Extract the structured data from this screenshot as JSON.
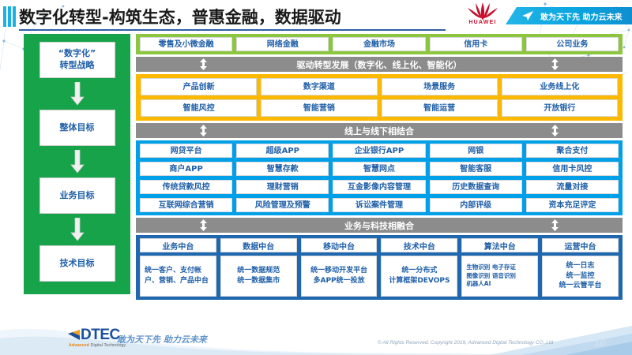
{
  "header": {
    "title": "数字化转型-构筑生态，普惠金融，数据驱动",
    "brand": "HUAWEI",
    "banner_text": "敢为天下先 助力云未来"
  },
  "sidebar": {
    "items": [
      {
        "label": "“数字化”\n转型战略"
      },
      {
        "label": "整体目标"
      },
      {
        "label": "业务目标"
      },
      {
        "label": "技术目标"
      }
    ]
  },
  "business_lines": {
    "items": [
      "零售及小微金融",
      "网络金融",
      "金融市场",
      "信用卡",
      "公司业务"
    ]
  },
  "connectors": {
    "drive": "驱动转型发展（数字化、线上化、智能化）",
    "online_offline": "线上与线下相结合",
    "biz_tech": "业务与科技相融合"
  },
  "transformation": {
    "row1": [
      "产品创新",
      "数字渠道",
      "场景服务",
      "业务线上化"
    ],
    "row2": [
      "智能风控",
      "智能营销",
      "智能运营",
      "开放银行"
    ]
  },
  "channels": {
    "row1": [
      "网贷平台",
      "超级APP",
      "企业银行APP",
      "网银",
      "聚合支付"
    ],
    "row2": [
      "商户APP",
      "智慧存款",
      "智慧网点",
      "智能客服",
      "信用卡风控"
    ],
    "row3": [
      "传统贷款风控",
      "理财营销",
      "互金影像内容管理",
      "历史数据查询",
      "流量对接"
    ],
    "row4": [
      "互联网综合营销",
      "风险管理及预警",
      "诉讼案件管理",
      "内部评级",
      "资本充足评定"
    ]
  },
  "platforms": {
    "columns": [
      {
        "title": "业务中台",
        "detail": "统一客户、支付帐户、营销、产品中台"
      },
      {
        "title": "数据中台",
        "detail": "统一数据规范\n统一数据集市"
      },
      {
        "title": "移动中台",
        "detail": "统一移动开发平台\n多APP统一投放"
      },
      {
        "title": "技术中台",
        "detail": "统一分布式\n计算框架DEVOPS"
      },
      {
        "title": "算法中台",
        "detail": "生物识别 电子存证\n图像识别 语音识别\n机器人AI"
      },
      {
        "title": "运营中台",
        "detail": "统一日志\n统一监控\n统一云管平台"
      }
    ]
  },
  "footer": {
    "logo_text": "DTEC",
    "logo_sub_bold": "Advanced",
    "logo_sub": " Digital Technology",
    "slogan": "敢为天下先   助力云未来",
    "copyright": "© All Rights Reserved. Copyright 2019, Advanced Digital Technology CO.,Ltd",
    "page_number": "10"
  },
  "colors": {
    "green": "#17a34a",
    "light_green": "#8cc63f",
    "orange": "#fcb900",
    "light_blue": "#00a0e9",
    "dark_blue": "#1f68b0",
    "gray_band": "#8c8c8c",
    "text_blue": "#1f5fa8",
    "huawei_red": "#c8102e"
  }
}
